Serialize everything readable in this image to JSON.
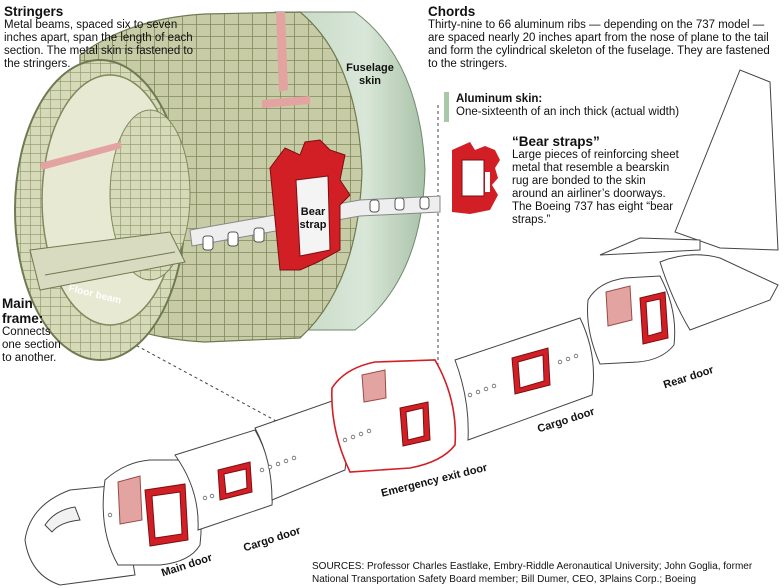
{
  "stringers": {
    "title": "Stringers",
    "text": "Metal beams, spaced six to seven inches apart, span the length of each section. The metal skin is fastened to the stringers."
  },
  "chords": {
    "title": "Chords",
    "text": "Thirty-nine to 66 aluminum ribs — depending on the 737 model — are spaced nearly 20 inches apart from the nose of plane to the tail and form the cylindrical skeleton of the fuselage. They are fastened to the stringers."
  },
  "aluminum_skin": {
    "title": "Aluminum skin:",
    "text": "One-sixteenth of an inch thick (actual width)"
  },
  "bear_straps": {
    "title": "“Bear straps”",
    "text": "Large pieces of reinforcing sheet metal that resemble a bearskin rug are bonded to the skin around an airliner’s doorways. The Boeing 737 has eight “bear straps.”"
  },
  "main_frame": {
    "title": "Main frame:",
    "text": "Connects one section to another."
  },
  "labels": {
    "fuselage_skin": "Fuselage skin",
    "bear_strap": "Bear strap",
    "floor_beam": "Floor beam",
    "main_door": "Main door",
    "cargo_door_front": "Cargo door",
    "emergency_exit_door": "Emergency exit door",
    "cargo_door_rear": "Cargo door",
    "rear_door": "Rear door"
  },
  "sources": "SOURCES: Professor Charles Eastlake, Embry-Riddle Aeronautical University; John Goglia, former National Transportation Safety Board member; Bill Dumer, CEO, 3Plains Corp.; Boeing",
  "colors": {
    "frame": "#b9c199",
    "frame_dark": "#6f7a52",
    "skin": "#c9dcc6",
    "bear_strap": "#d21f26",
    "outline": "#555555",
    "accent_pink": "#e3a3a0"
  }
}
